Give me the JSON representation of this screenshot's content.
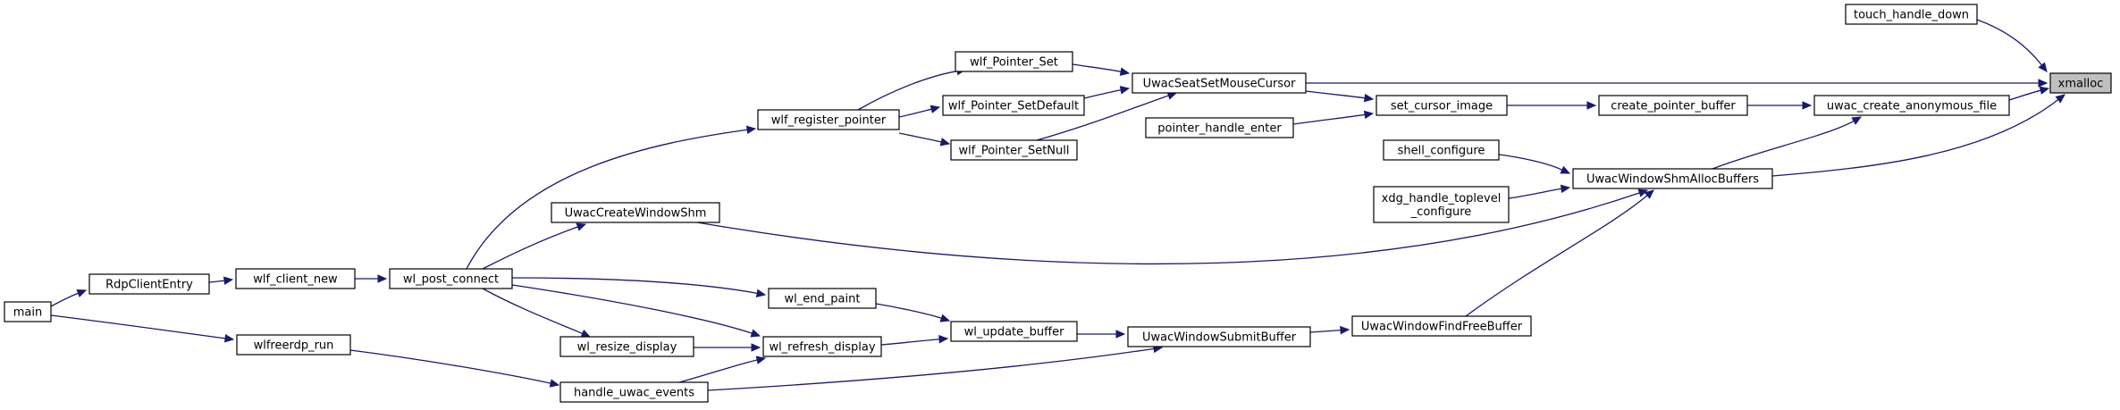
{
  "diagram": {
    "colors": {
      "edge": "#191970",
      "node_border": "#000000",
      "root_fill": "#bfbfbf",
      "background": "#ffffff"
    },
    "nodes": [
      {
        "id": "xmalloc",
        "lines": [
          "xmalloc"
        ],
        "root": true
      },
      {
        "id": "touch_handle_down",
        "lines": [
          "touch_handle_down"
        ]
      },
      {
        "id": "UwacSeatSetMouseCursor",
        "lines": [
          "UwacSeatSetMouseCursor"
        ]
      },
      {
        "id": "uwac_create_anonymous_file",
        "lines": [
          "uwac_create_anonymous_file"
        ]
      },
      {
        "id": "create_pointer_buffer",
        "lines": [
          "create_pointer_buffer"
        ]
      },
      {
        "id": "set_cursor_image",
        "lines": [
          "set_cursor_image"
        ]
      },
      {
        "id": "pointer_handle_enter",
        "lines": [
          "pointer_handle_enter"
        ]
      },
      {
        "id": "UwacWindowShmAllocBuffers",
        "lines": [
          "UwacWindowShmAllocBuffers"
        ]
      },
      {
        "id": "shell_configure",
        "lines": [
          "shell_configure"
        ]
      },
      {
        "id": "xdg_handle_toplevel_configure",
        "lines": [
          "xdg_handle_toplevel",
          "_configure"
        ]
      },
      {
        "id": "UwacWindowFindFreeBuffer",
        "lines": [
          "UwacWindowFindFreeBuffer"
        ]
      },
      {
        "id": "UwacWindowSubmitBuffer",
        "lines": [
          "UwacWindowSubmitBuffer"
        ]
      },
      {
        "id": "wl_update_buffer",
        "lines": [
          "wl_update_buffer"
        ]
      },
      {
        "id": "wl_end_paint",
        "lines": [
          "wl_end_paint"
        ]
      },
      {
        "id": "wl_refresh_display",
        "lines": [
          "wl_refresh_display"
        ]
      },
      {
        "id": "wl_resize_display",
        "lines": [
          "wl_resize_display"
        ]
      },
      {
        "id": "handle_uwac_events",
        "lines": [
          "handle_uwac_events"
        ]
      },
      {
        "id": "wlf_Pointer_Set",
        "lines": [
          "wlf_Pointer_Set"
        ]
      },
      {
        "id": "wlf_Pointer_SetDefault",
        "lines": [
          "wlf_Pointer_SetDefault"
        ]
      },
      {
        "id": "wlf_Pointer_SetNull",
        "lines": [
          "wlf_Pointer_SetNull"
        ]
      },
      {
        "id": "wlf_register_pointer",
        "lines": [
          "wlf_register_pointer"
        ]
      },
      {
        "id": "UwacCreateWindowShm",
        "lines": [
          "UwacCreateWindowShm"
        ]
      },
      {
        "id": "wl_post_connect",
        "lines": [
          "wl_post_connect"
        ]
      },
      {
        "id": "wlf_client_new",
        "lines": [
          "wlf_client_new"
        ]
      },
      {
        "id": "RdpClientEntry",
        "lines": [
          "RdpClientEntry"
        ]
      },
      {
        "id": "wlfreerdp_run",
        "lines": [
          "wlfreerdp_run"
        ]
      },
      {
        "id": "main",
        "lines": [
          "main"
        ]
      }
    ],
    "edges": [
      {
        "from": "touch_handle_down",
        "to": "xmalloc"
      },
      {
        "from": "UwacSeatSetMouseCursor",
        "to": "xmalloc"
      },
      {
        "from": "uwac_create_anonymous_file",
        "to": "xmalloc"
      },
      {
        "from": "UwacWindowShmAllocBuffers",
        "to": "xmalloc"
      },
      {
        "from": "UwacWindowShmAllocBuffers",
        "to": "uwac_create_anonymous_file"
      },
      {
        "from": "create_pointer_buffer",
        "to": "uwac_create_anonymous_file"
      },
      {
        "from": "set_cursor_image",
        "to": "create_pointer_buffer"
      },
      {
        "from": "UwacSeatSetMouseCursor",
        "to": "set_cursor_image"
      },
      {
        "from": "pointer_handle_enter",
        "to": "set_cursor_image"
      },
      {
        "from": "shell_configure",
        "to": "UwacWindowShmAllocBuffers"
      },
      {
        "from": "xdg_handle_toplevel_configure",
        "to": "UwacWindowShmAllocBuffers"
      },
      {
        "from": "UwacCreateWindowShm",
        "to": "UwacWindowShmAllocBuffers"
      },
      {
        "from": "UwacWindowFindFreeBuffer",
        "to": "UwacWindowShmAllocBuffers"
      },
      {
        "from": "UwacWindowSubmitBuffer",
        "to": "UwacWindowFindFreeBuffer"
      },
      {
        "from": "wl_update_buffer",
        "to": "UwacWindowSubmitBuffer"
      },
      {
        "from": "handle_uwac_events",
        "to": "UwacWindowSubmitBuffer"
      },
      {
        "from": "wl_end_paint",
        "to": "wl_update_buffer"
      },
      {
        "from": "wl_refresh_display",
        "to": "wl_update_buffer"
      },
      {
        "from": "wl_post_connect",
        "to": "wl_end_paint"
      },
      {
        "from": "wl_post_connect",
        "to": "wl_refresh_display"
      },
      {
        "from": "wl_resize_display",
        "to": "wl_refresh_display"
      },
      {
        "from": "handle_uwac_events",
        "to": "wl_refresh_display"
      },
      {
        "from": "wl_post_connect",
        "to": "wl_resize_display"
      },
      {
        "from": "wlfreerdp_run",
        "to": "handle_uwac_events"
      },
      {
        "from": "wlf_Pointer_Set",
        "to": "UwacSeatSetMouseCursor"
      },
      {
        "from": "wlf_Pointer_SetDefault",
        "to": "UwacSeatSetMouseCursor"
      },
      {
        "from": "wlf_Pointer_SetNull",
        "to": "UwacSeatSetMouseCursor"
      },
      {
        "from": "wlf_register_pointer",
        "to": "wlf_Pointer_Set"
      },
      {
        "from": "wlf_register_pointer",
        "to": "wlf_Pointer_SetDefault"
      },
      {
        "from": "wlf_register_pointer",
        "to": "wlf_Pointer_SetNull"
      },
      {
        "from": "wl_post_connect",
        "to": "wlf_register_pointer"
      },
      {
        "from": "wl_post_connect",
        "to": "UwacCreateWindowShm"
      },
      {
        "from": "wlf_client_new",
        "to": "wl_post_connect"
      },
      {
        "from": "RdpClientEntry",
        "to": "wlf_client_new"
      },
      {
        "from": "main",
        "to": "RdpClientEntry"
      },
      {
        "from": "main",
        "to": "wlfreerdp_run"
      }
    ]
  }
}
